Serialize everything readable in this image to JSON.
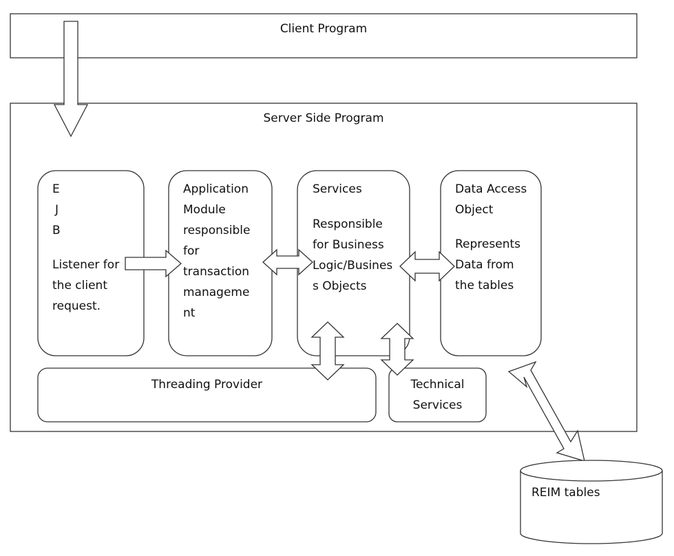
{
  "client_program": {
    "label": "Client Program"
  },
  "server_side_program": {
    "label": "Server Side Program"
  },
  "ejb": {
    "letters": [
      "E",
      "J",
      "B"
    ],
    "desc_lines": [
      "Listener for",
      "the client",
      "request."
    ]
  },
  "application_module": {
    "lines": [
      "Application",
      "Module",
      "responsible",
      "for",
      "transaction",
      "manageme",
      "nt"
    ]
  },
  "services": {
    "title": "Services",
    "desc_lines": [
      "Responsible",
      "for Business",
      "Logic/Busines",
      "s Objects"
    ]
  },
  "data_access_object": {
    "title_lines": [
      "Data Access",
      "Object"
    ],
    "desc_lines": [
      "Represents",
      "Data from",
      "the tables"
    ]
  },
  "threading_provider": {
    "label": "Threading Provider"
  },
  "technical_services": {
    "lines": [
      "Technical",
      "Services"
    ]
  },
  "reim_tables": {
    "label": "REIM tables"
  }
}
